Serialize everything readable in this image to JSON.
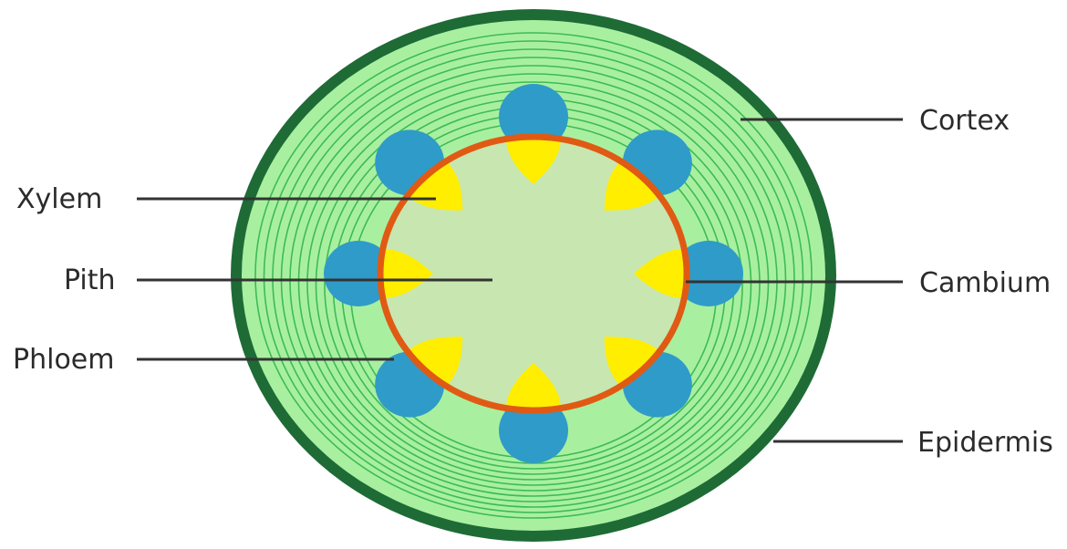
{
  "labels": {
    "cortex": "Cortex",
    "xylem": "Xylem",
    "pith": "Pith",
    "cambium": "Cambium",
    "phloem": "Phloem",
    "epidermis": "Epidermis"
  },
  "colors": {
    "epidermis": "#1e6b36",
    "cortex_fill": "#a8f0a0",
    "cortex_ring": "#3dbb55",
    "pith": "#c8e6b0",
    "cambium": "#e05a14",
    "xylem": "#ffee00",
    "phloem": "#2f9bc8",
    "leader_line": "#333333",
    "label_text": "#2b2b2b"
  },
  "vascular_bundle_count": 8
}
